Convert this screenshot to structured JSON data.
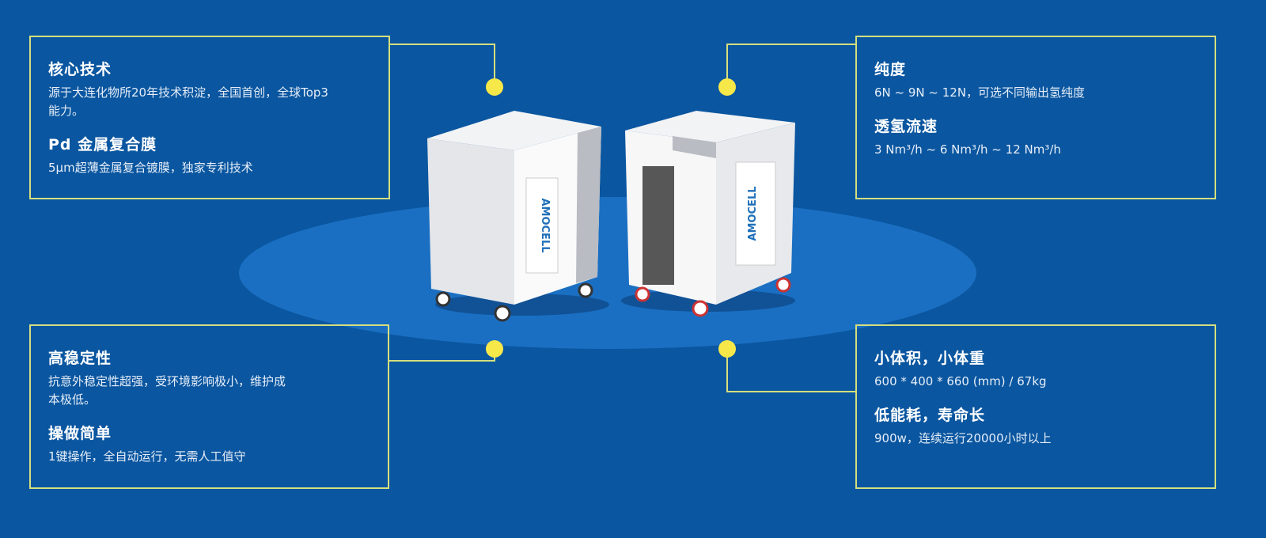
{
  "features": [
    {
      "items": [
        {
          "title": "核心技术",
          "desc": "源于大连化物所20年技术积淀，全国首创，全球Top3能力。"
        },
        {
          "title": "Pd 金属复合膜",
          "desc": "5μm超薄金属复合镀膜，独家专利技术"
        }
      ]
    },
    {
      "items": [
        {
          "title": "纯度",
          "desc": "6N ~ 9N ~ 12N，可选不同输出氢纯度"
        },
        {
          "title": "透氢流速",
          "desc": "3 Nm³/h ~ 6 Nm³/h ~ 12 Nm³/h"
        }
      ]
    },
    {
      "items": [
        {
          "title": "高稳定性",
          "desc": "抗意外稳定性超强，受环境影响极小，维护成本极低。"
        },
        {
          "title": "操做简单",
          "desc": "1键操作，全自动运行，无需人工值守"
        }
      ]
    },
    {
      "items": [
        {
          "title": "小体积，小体重",
          "desc": "600 * 400 * 660 (mm) / 67kg"
        },
        {
          "title": "低能耗，寿命长",
          "desc": "900w，连续运行20000小时以上"
        }
      ]
    }
  ],
  "product": {
    "brand": "AMOCELL"
  },
  "colors": {
    "background": "#0a56a0",
    "border": "#d6df7e",
    "dot": "#f7e84a",
    "platform": "#1a6fc2"
  }
}
